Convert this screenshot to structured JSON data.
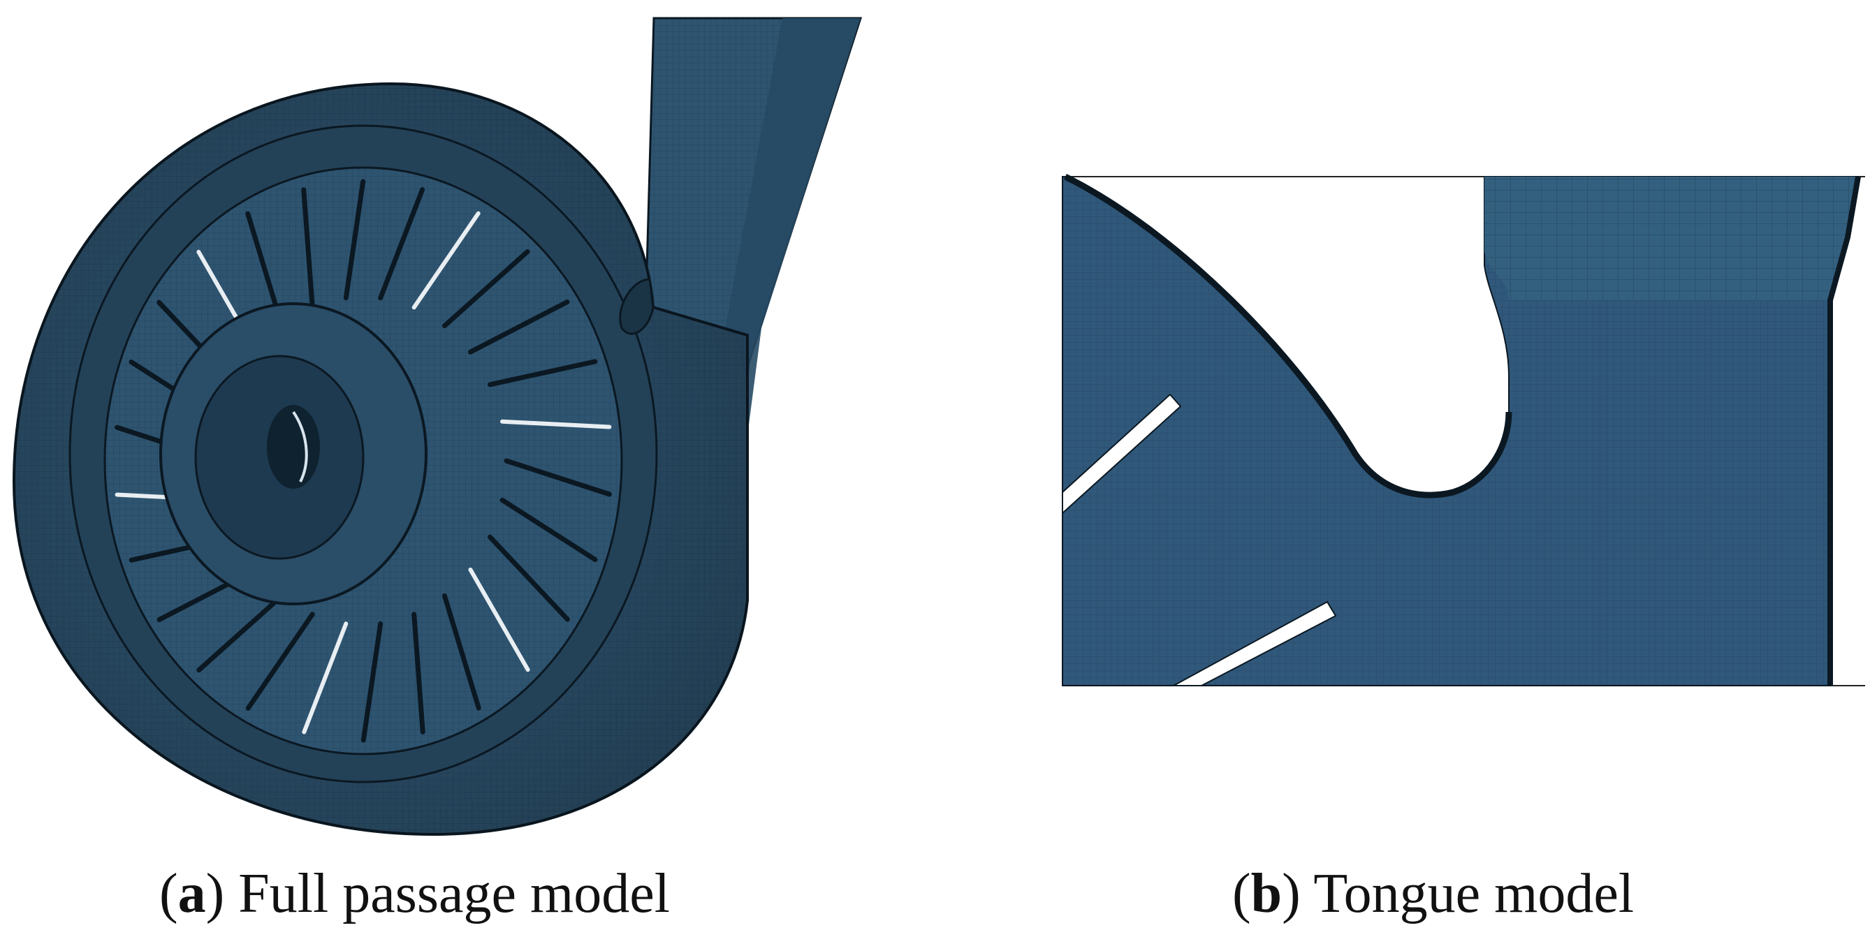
{
  "colors": {
    "mesh": "#2e5470",
    "mesh_dark": "#142b3c",
    "mesh_light": "#3e6a88",
    "edge": "#0b1822",
    "gap": "#ffffff"
  },
  "captions": {
    "a": {
      "open": "(",
      "letter": "a",
      "close": ")",
      "text": " Full passage model"
    },
    "b": {
      "open": "(",
      "letter": "b",
      "close": ")",
      "text": " Tongue model"
    }
  }
}
